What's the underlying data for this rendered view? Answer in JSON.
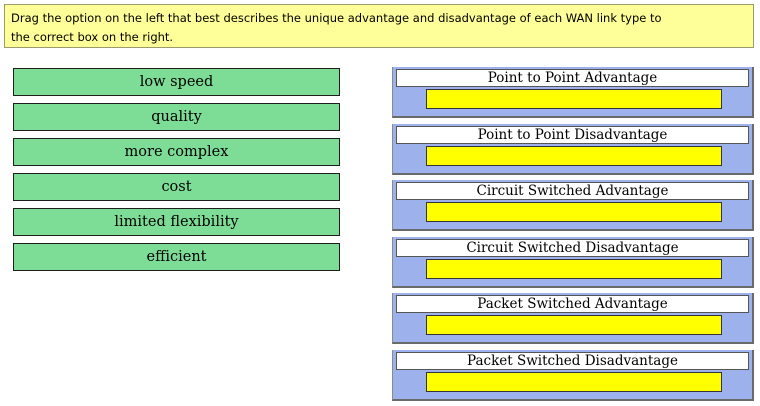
{
  "instruction": {
    "line1": "Drag the option on the left that best describes the unique advantage and disadvantage of each WAN link type to",
    "line2": "the correct box on the right."
  },
  "options": [
    {
      "label": "low speed"
    },
    {
      "label": "quality"
    },
    {
      "label": "more complex"
    },
    {
      "label": "cost"
    },
    {
      "label": "limited flexibility"
    },
    {
      "label": "efficient"
    }
  ],
  "targets": [
    {
      "label": "Point to Point Advantage"
    },
    {
      "label": "Point to Point Disadvantage"
    },
    {
      "label": "Circuit Switched Advantage"
    },
    {
      "label": "Circuit Switched Disadvantage"
    },
    {
      "label": "Packet Switched Advantage"
    },
    {
      "label": "Packet Switched Disadvantage"
    }
  ],
  "colors": {
    "instruction_bg": "#ffff99",
    "option_bg": "#7ddc96",
    "target_bg": "#9db1ec",
    "drop_zone": "#ffff00"
  }
}
